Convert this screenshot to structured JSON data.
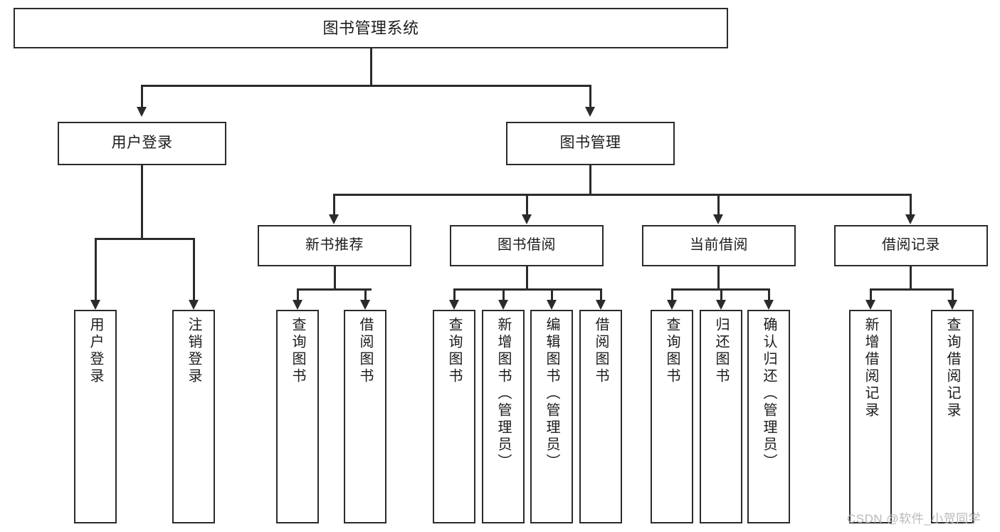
{
  "diagram": {
    "title": "图书管理系统",
    "type": "tree",
    "orientation": "top-down",
    "colors": {
      "box_border": "#2b2b2b",
      "box_fill": "#ffffff",
      "connector": "#2b2b2b",
      "text": "#1c1c1c",
      "watermark": "#b9b9b9",
      "background": "#ffffff"
    },
    "nodes": {
      "root": {
        "label": "图书管理系统",
        "level": 1
      },
      "level2": [
        {
          "id": "user-login",
          "label": "用户登录"
        },
        {
          "id": "book-manage",
          "label": "图书管理"
        }
      ],
      "level3": [
        {
          "id": "new-book-rec",
          "label": "新书推荐"
        },
        {
          "id": "book-borrow",
          "label": "图书借阅"
        },
        {
          "id": "current-borrow",
          "label": "当前借阅"
        },
        {
          "id": "borrow-record",
          "label": "借阅记录"
        }
      ],
      "leaves": {
        "user-login": [
          {
            "id": "leaf-user-login",
            "label": "用户登录"
          },
          {
            "id": "leaf-logout",
            "label": "注销登录"
          }
        ],
        "new-book-rec": [
          {
            "id": "leaf-query-book-1",
            "label": "查询图书"
          },
          {
            "id": "leaf-borrow-book-1",
            "label": "借阅图书"
          }
        ],
        "book-borrow": [
          {
            "id": "leaf-query-book-2",
            "label": "查询图书"
          },
          {
            "id": "leaf-add-book",
            "label": "新增图书（管理员）"
          },
          {
            "id": "leaf-edit-book",
            "label": "编辑图书（管理员）"
          },
          {
            "id": "leaf-borrow-book-2",
            "label": "借阅图书"
          }
        ],
        "current-borrow": [
          {
            "id": "leaf-query-book-3",
            "label": "查询图书"
          },
          {
            "id": "leaf-return-book",
            "label": "归还图书"
          },
          {
            "id": "leaf-confirm-return",
            "label": "确认归还（管理员）"
          }
        ],
        "borrow-record": [
          {
            "id": "leaf-add-record",
            "label": "新增借阅记录"
          },
          {
            "id": "leaf-query-record",
            "label": "查询借阅记录"
          }
        ]
      }
    },
    "edges": [
      {
        "from": "图书管理系统",
        "to": "用户登录"
      },
      {
        "from": "图书管理系统",
        "to": "图书管理"
      },
      {
        "from": "用户登录",
        "to": "用户登录"
      },
      {
        "from": "用户登录",
        "to": "注销登录"
      },
      {
        "from": "图书管理",
        "to": "新书推荐"
      },
      {
        "from": "图书管理",
        "to": "图书借阅"
      },
      {
        "from": "图书管理",
        "to": "当前借阅"
      },
      {
        "from": "图书管理",
        "to": "借阅记录"
      },
      {
        "from": "新书推荐",
        "to": "查询图书"
      },
      {
        "from": "新书推荐",
        "to": "借阅图书"
      },
      {
        "from": "图书借阅",
        "to": "查询图书"
      },
      {
        "from": "图书借阅",
        "to": "新增图书（管理员）"
      },
      {
        "from": "图书借阅",
        "to": "编辑图书（管理员）"
      },
      {
        "from": "图书借阅",
        "to": "借阅图书"
      },
      {
        "from": "当前借阅",
        "to": "查询图书"
      },
      {
        "from": "当前借阅",
        "to": "归还图书"
      },
      {
        "from": "当前借阅",
        "to": "确认归还（管理员）"
      },
      {
        "from": "借阅记录",
        "to": "新增借阅记录"
      },
      {
        "from": "借阅记录",
        "to": "查询借阅记录"
      }
    ]
  },
  "watermark": {
    "text": "CSDN @软件_小贺同学"
  }
}
